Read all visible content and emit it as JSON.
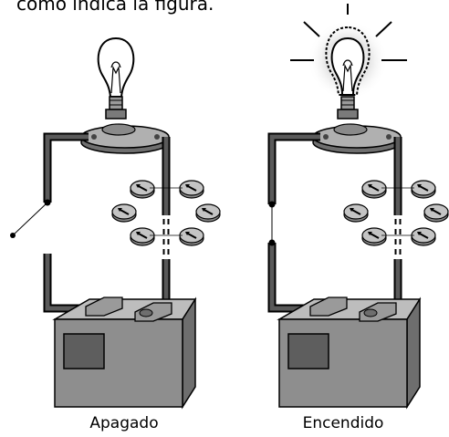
{
  "caption": "como indica la figura.",
  "panels": [
    {
      "label": "Apagado",
      "state": "off"
    },
    {
      "label": "Encendido",
      "state": "on"
    }
  ],
  "colors": {
    "wire": "#4a4a4a",
    "battery_body": "#8c8c8c",
    "battery_top": "#b5b5b5",
    "bulb_glow": "#d9d9d9",
    "compass": "#bdbdbd"
  }
}
